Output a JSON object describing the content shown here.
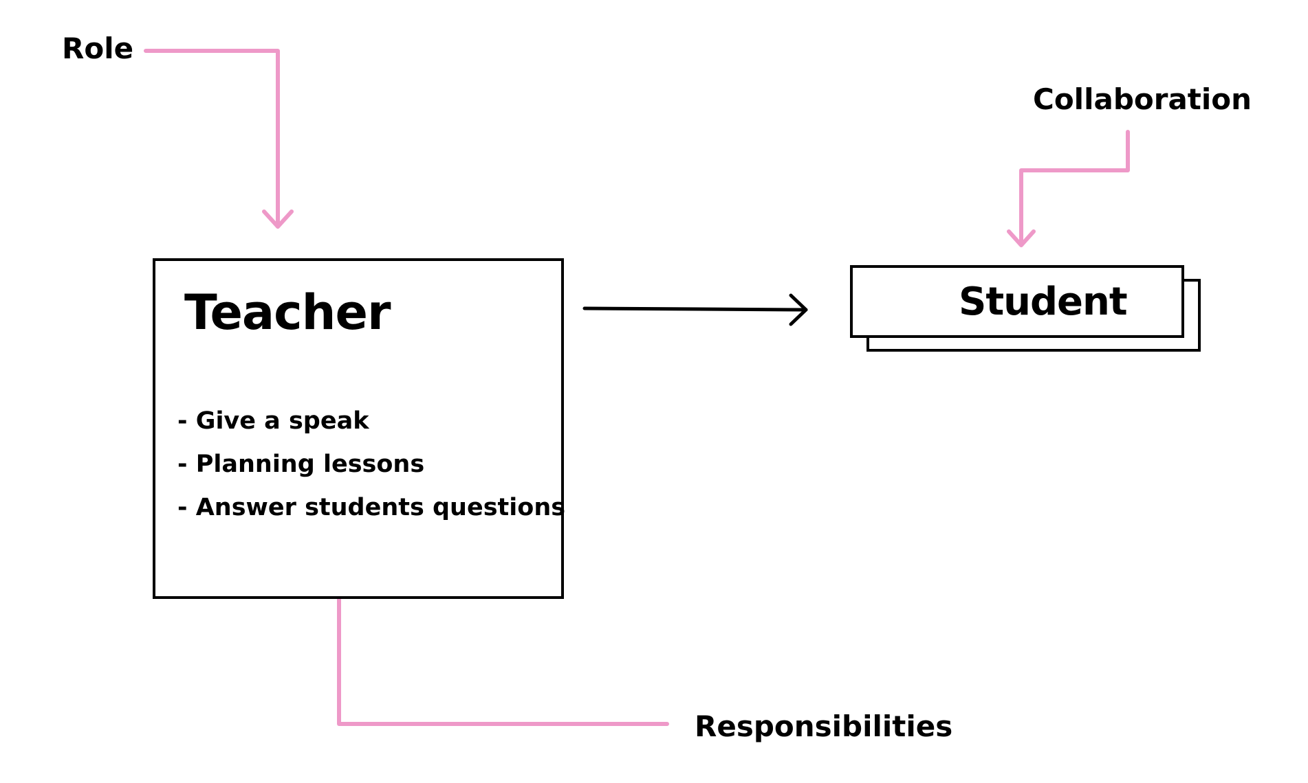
{
  "annotations": {
    "role": "Role",
    "collaboration": "Collaboration",
    "responsibilities": "Responsibilities"
  },
  "cards": {
    "teacher": {
      "title": "Teacher",
      "responsibilities": [
        "- Give a speak",
        "- Planning lessons",
        "- Answer students questions"
      ]
    },
    "student": {
      "title": "Student"
    }
  },
  "colors": {
    "annotation_arrow": "#ee99c8",
    "card_border": "#000000",
    "background": "#ffffff"
  }
}
